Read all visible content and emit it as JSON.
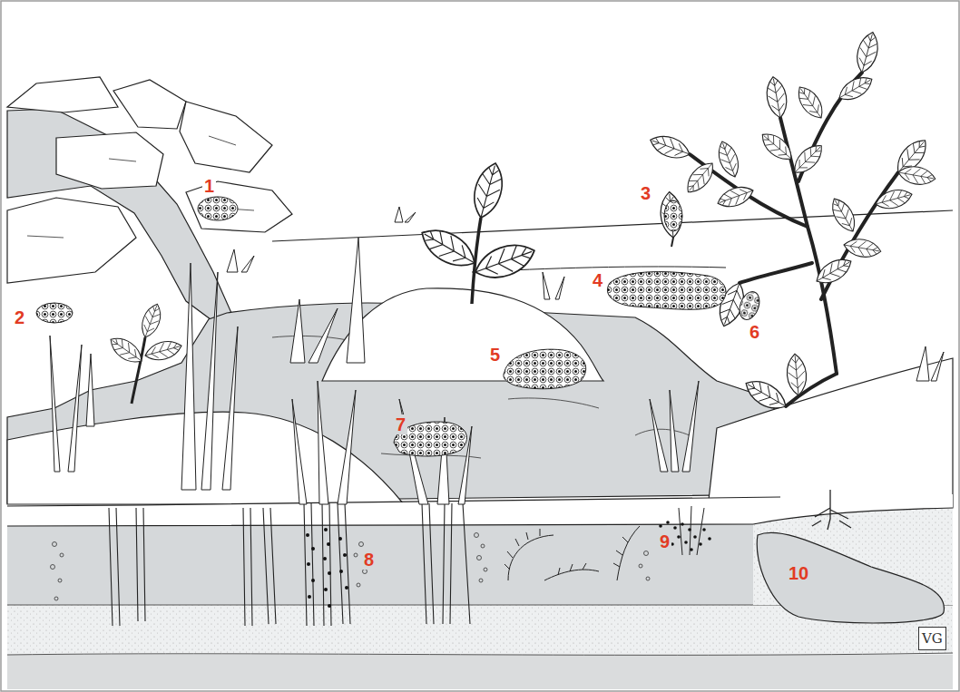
{
  "diagram": {
    "labels": [
      "1",
      "2",
      "3",
      "4",
      "5",
      "6",
      "7",
      "8",
      "9",
      "10",
      "VG"
    ]
  }
}
